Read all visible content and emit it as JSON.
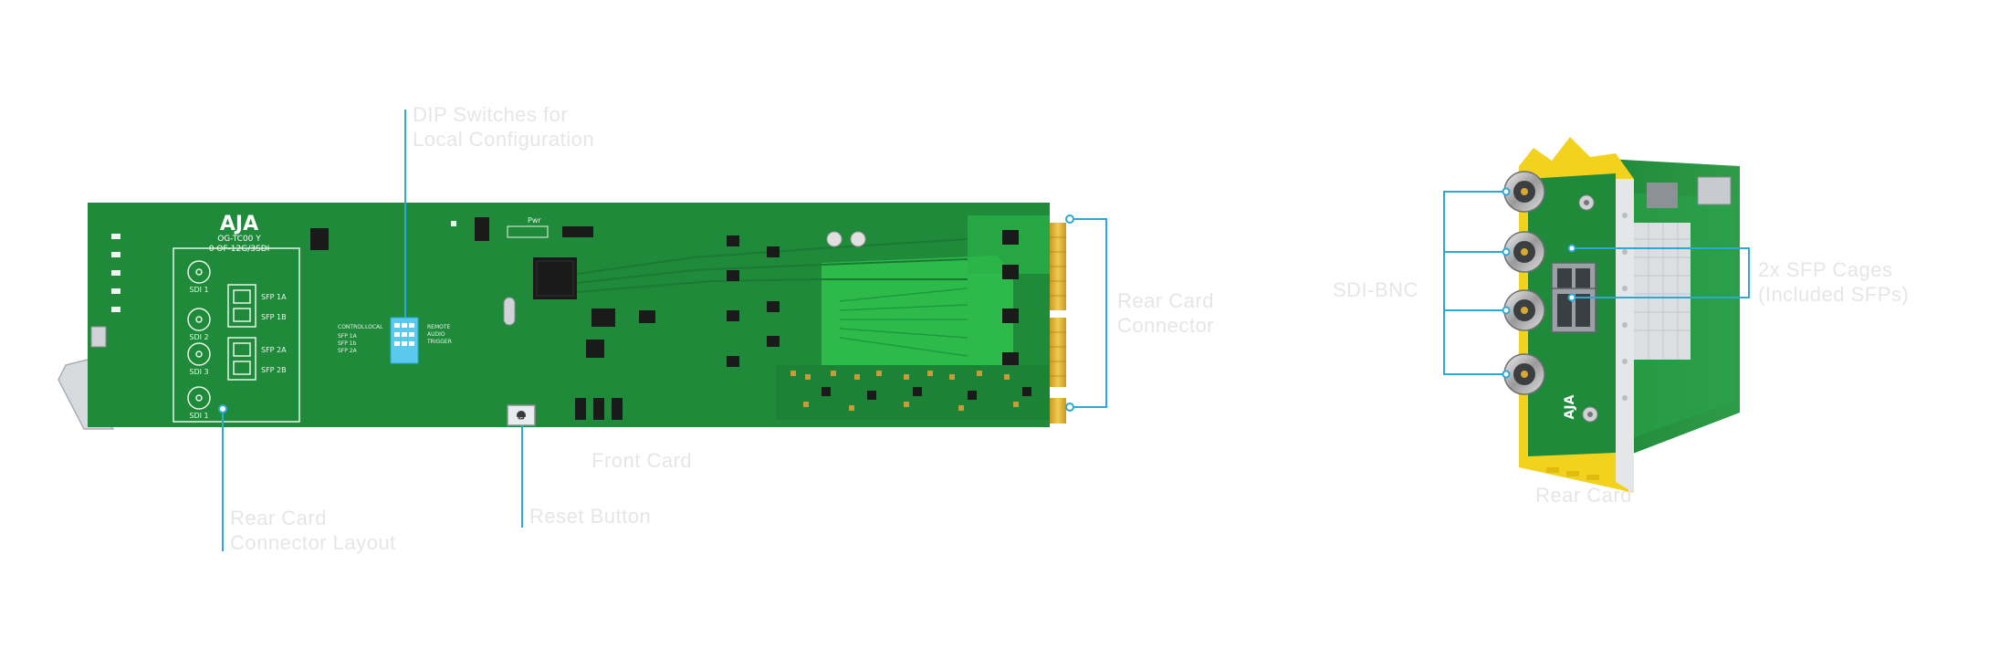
{
  "colors": {
    "accent": "#2aa9d6",
    "board": "#1f8a3a",
    "board_dark": "#157030",
    "board_light": "#27b046",
    "gold": "#d9b23a",
    "yellow_frame": "#f2d21c",
    "label_text": "#e6e6e6"
  },
  "front_card": {
    "brand": "AJA",
    "model_lines": [
      "OG-TC00 Y",
      "0 OF-12G/3SDI"
    ],
    "sdi_ports": [
      "SDI 1",
      "SDI 2",
      "SDI 3",
      "SDI 1"
    ],
    "sfp_labels": [
      "SFP 1A",
      "SFP 1B",
      "SFP 2A",
      "SFP 2B"
    ],
    "dip_labels": {
      "control": "CONTROL",
      "local": "LOCAL",
      "rows": [
        "SFP 1A",
        "SFP 1b",
        "SFP 2A"
      ],
      "right": [
        "REMOTE",
        "AUDIO",
        "TRIGGER"
      ]
    },
    "reset_silk": "RESET",
    "pwr_silk": "Pwr",
    "caption": "Front Card"
  },
  "callouts": {
    "dip": [
      "DIP Switches for",
      "Local Configuration"
    ],
    "rear_connector": [
      "Rear Card",
      "Connector"
    ],
    "rear_layout": [
      "Rear Card",
      "Connector Layout"
    ],
    "reset": [
      "Reset Button"
    ],
    "sdi_bnc": [
      "SDI-BNC"
    ],
    "sfp": [
      "2x SFP Cages",
      "(Included SFPs)"
    ]
  },
  "rear_card": {
    "caption": "Rear Card",
    "brand": "AJA"
  },
  "icons": [
    "bnc-connector-icon",
    "sfp-cage-icon",
    "reset-button-icon",
    "dip-switch-icon"
  ]
}
